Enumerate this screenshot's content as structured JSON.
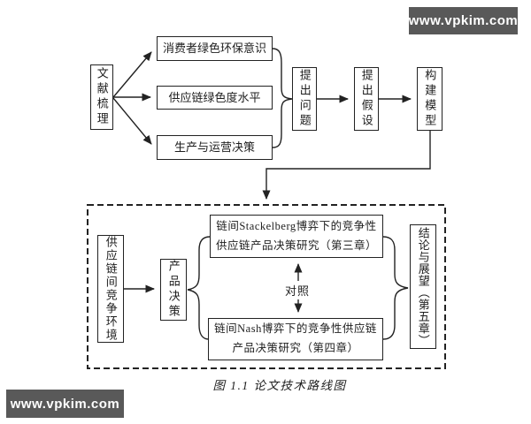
{
  "watermarks": {
    "top": "www.vpkim.com",
    "bottom": "www.vpkim.com"
  },
  "caption": "图 1.1 论文技术路线图",
  "flow": {
    "literature": "文献梳理",
    "consumer_awareness": "消费者绿色环保意识",
    "supply_chain_greenness": "供应链绿色度水平",
    "production_operations": "生产与运营决策",
    "raise_question": "提出问题",
    "propose_hypothesis": "提出假设",
    "build_model": "构建模型"
  },
  "research": {
    "competition_env": "供应链间竞争环境",
    "product_decision": "产品决策",
    "stackelberg_line1": "链间Stackelberg博弈下的竞争性",
    "stackelberg_line2": "供应链产品决策研究（第三章）",
    "nash_line1": "链间Nash博弈下的竞争性供应链",
    "nash_line2": "产品决策研究（第四章）",
    "contrast": "对照",
    "conclusion": "结论与展望（第五章）"
  },
  "colors": {
    "line": "#222222",
    "watermark_bg": "#595959",
    "watermark_text": "#ffffff",
    "background": "#ffffff"
  }
}
